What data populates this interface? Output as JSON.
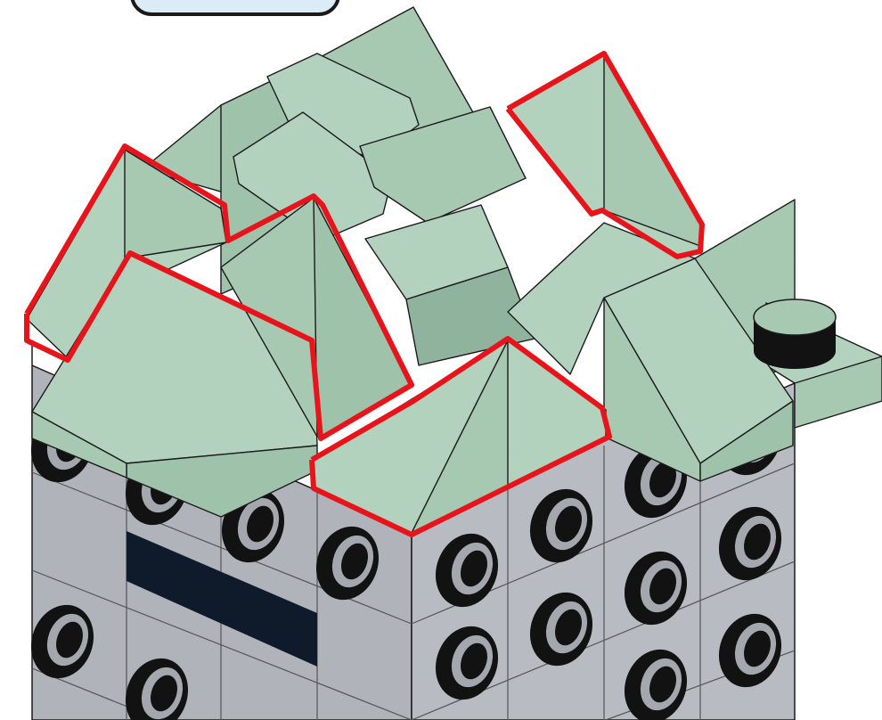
{
  "figure": {
    "kind": "lego build instruction step",
    "callout": {
      "label": ""
    },
    "colors": {
      "background": "#ffffff",
      "slope_light": "#b3d2be",
      "slope_mid": "#a7c9b2",
      "slope_dark": "#8fb39c",
      "brick_face": "#b1b3bb",
      "brick_face_dark": "#9fa1a9",
      "stud_black": "#121212",
      "stud_ring": "#a5a7ae",
      "tile_dark": "#0f1a2a",
      "highlight": "#e8141b",
      "outline": "#1b1b1b",
      "callout_fill": "#d9ecf8"
    },
    "highlighted_parts": [
      "slope-left-back",
      "slope-left-front",
      "slope-center-front",
      "slope-right-back"
    ],
    "icons": [
      "stud-icon",
      "callout-frame"
    ]
  }
}
